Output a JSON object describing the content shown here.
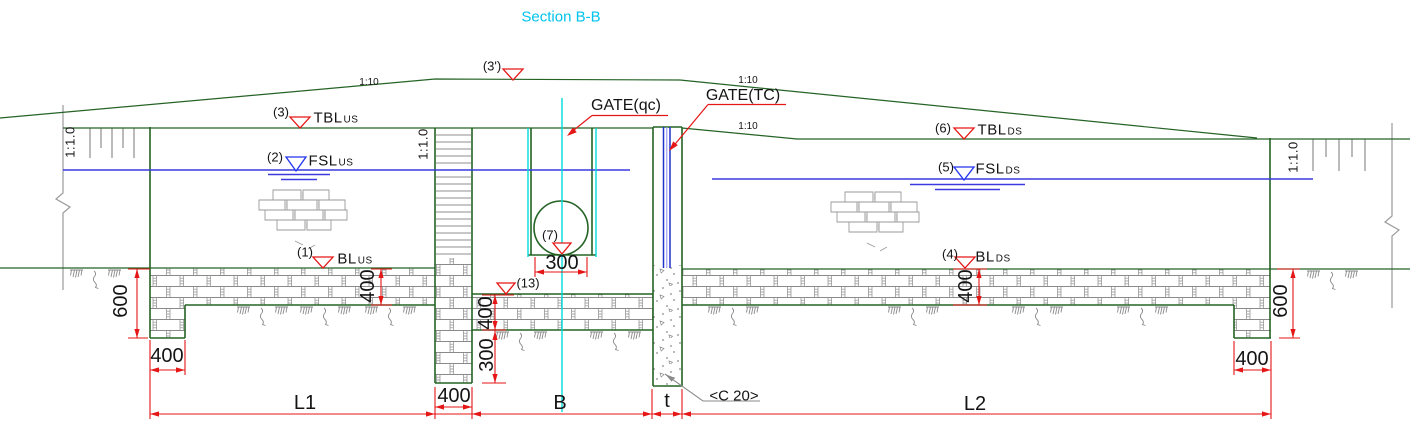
{
  "title": "Section B-B",
  "slopes": {
    "embankment": "1:10",
    "bank": "1:1.0"
  },
  "gates": {
    "qc": "GATE(qc)",
    "tc": "GATE(TC)"
  },
  "material": {
    "concrete_grade": "<C 20>"
  },
  "markers": {
    "crest": {
      "ref": "(3')"
    },
    "tbl_us": {
      "ref": "(3)",
      "label": "TBL",
      "sub": "US"
    },
    "fsl_us": {
      "ref": "(2)",
      "label": "FSL",
      "sub": "US"
    },
    "bl_us": {
      "ref": "(1)",
      "label": "BL",
      "sub": "US"
    },
    "tbl_ds": {
      "ref": "(6)",
      "label": "TBL",
      "sub": "DS"
    },
    "fsl_ds": {
      "ref": "(5)",
      "label": "FSL",
      "sub": "DS"
    },
    "bl_ds": {
      "ref": "(4)",
      "label": "BL",
      "sub": "DS"
    },
    "pipe_invert": {
      "ref": "(7)"
    },
    "mid_floor": {
      "ref": "(13)"
    }
  },
  "dimensions": {
    "left_cutoff_depth": "600",
    "left_cutoff_width": "400",
    "upstream_floor_length": "L1",
    "upstream_floor_thickness": "400",
    "divide_wall_width": "400",
    "mid_floor_thickness": "400",
    "mid_cutoff_depth": "300",
    "pipe_width": "300",
    "barrel_width": "B",
    "pier_thickness": "t",
    "downstream_floor_length": "L2",
    "downstream_floor_thickness": "400",
    "right_cutoff_width": "400",
    "right_cutoff_depth": "600"
  },
  "colors": {
    "structure_green": "#256325",
    "water_blue": "#3a3ae0",
    "gate_blue": "#2233cc",
    "centerline_cyan": "#00dcdc",
    "dimension_red": "#e51616",
    "title_cyan": "#00c3ee",
    "ground_gray": "#8a8a8a",
    "text_black": "#141414"
  }
}
